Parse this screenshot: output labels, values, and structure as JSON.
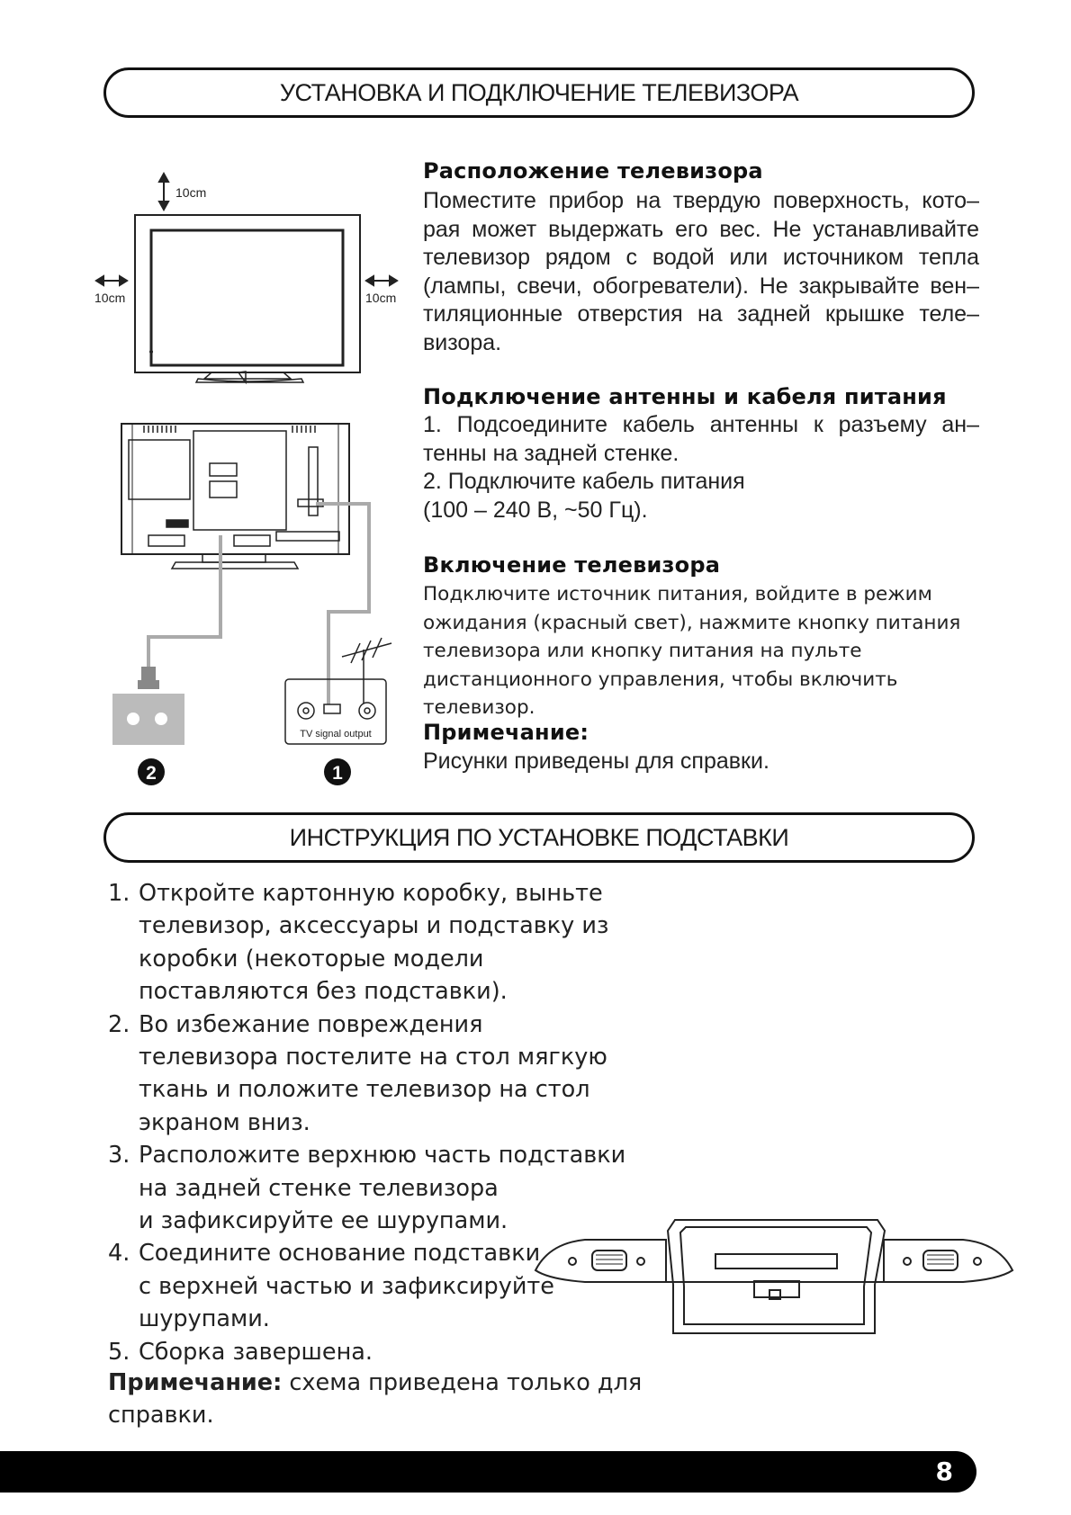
{
  "section1": {
    "title": "УСТАНОВКА И ПОДКЛЮЧЕНИЕ ТЕЛЕВИЗОРА"
  },
  "placement": {
    "heading": "Расположение телевизора",
    "text": "Поместите прибор на твердую поверхность, кото– рая может выдержать его вес. Не устанавливайте телевизор рядом с водой или источником тепла (лампы, свечи, обогреватели). Не закрывайте вен– тиляционные отверстия на задней крышке теле– визора."
  },
  "connection": {
    "heading": "Подключение антенны и кабеля питания",
    "text1": "1. Подсоедините кабель антенны к разъему ан– тенны на задней стенке.",
    "text2": "2. Подключите кабель питания",
    "text3": "(100 – 240 В, ~50 Гц)."
  },
  "power_on": {
    "heading": "Включение телевизора",
    "text": "Подключите источник питания, войдите в режим ожидания (красный свет), нажмите кнопку питания телевизора или кнопку питания на пульте дистанционного управления, чтобы включить телевизор."
  },
  "note1": {
    "heading": "Примечание:",
    "text": "Рисунки приведены для справки."
  },
  "diagram": {
    "clearance_top": "10cm",
    "clearance_left": "10cm",
    "clearance_right": "10cm",
    "tv_signal_output": "TV signal output",
    "marker_1": "1",
    "marker_2": "2"
  },
  "section2": {
    "title": "ИНСТРУКЦИЯ ПО УСТАНОВКЕ ПОДСТАВКИ"
  },
  "stand_steps": [
    {
      "num": "1.",
      "text": "Откройте картонную коробку, выньте\nтелевизор, аксессуары и подставку из\nкоробки (некоторые модели\nпоставляются без подставки)."
    },
    {
      "num": "2.",
      "text": "Во избежание повреждения\nтелевизора постелите на стол мягкую\nткань и положите телевизор на стол\nэкраном вниз."
    },
    {
      "num": "3.",
      "text": "Расположите верхнюю часть подставки\nна задней стенке телевизора\n и зафиксируйте ее шурупами."
    },
    {
      "num": "4.",
      "text": "Соедините основание подставки\nс верхней частью и зафиксируйте\nшурупами."
    },
    {
      "num": "5.",
      "text": "Сборка завершена."
    }
  ],
  "note2": {
    "label": "Примечание:",
    "text": " схема приведена только для справки."
  },
  "page_number": "8"
}
